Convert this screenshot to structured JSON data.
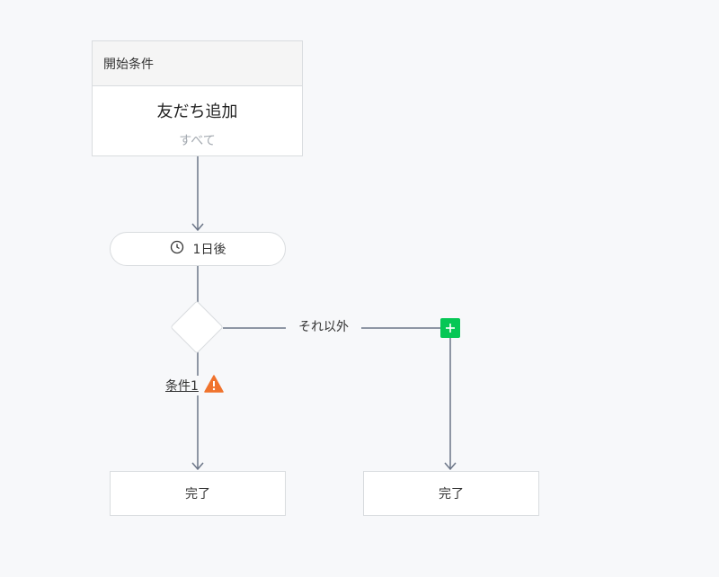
{
  "start": {
    "header": "開始条件",
    "title": "友だち追加",
    "subtitle": "すべて"
  },
  "delay": {
    "label": "1日後",
    "icon": "clock-icon"
  },
  "branch": {
    "else_label": "それ以外",
    "condition_label": "条件1",
    "warning_icon": "warning-icon",
    "add_icon": "plus-icon"
  },
  "ends": {
    "left_label": "完了",
    "right_label": "完了"
  },
  "colors": {
    "connector": "#6b7587",
    "add_button": "#06c755",
    "warning": "#f0732d",
    "background": "#f7f8fa"
  }
}
